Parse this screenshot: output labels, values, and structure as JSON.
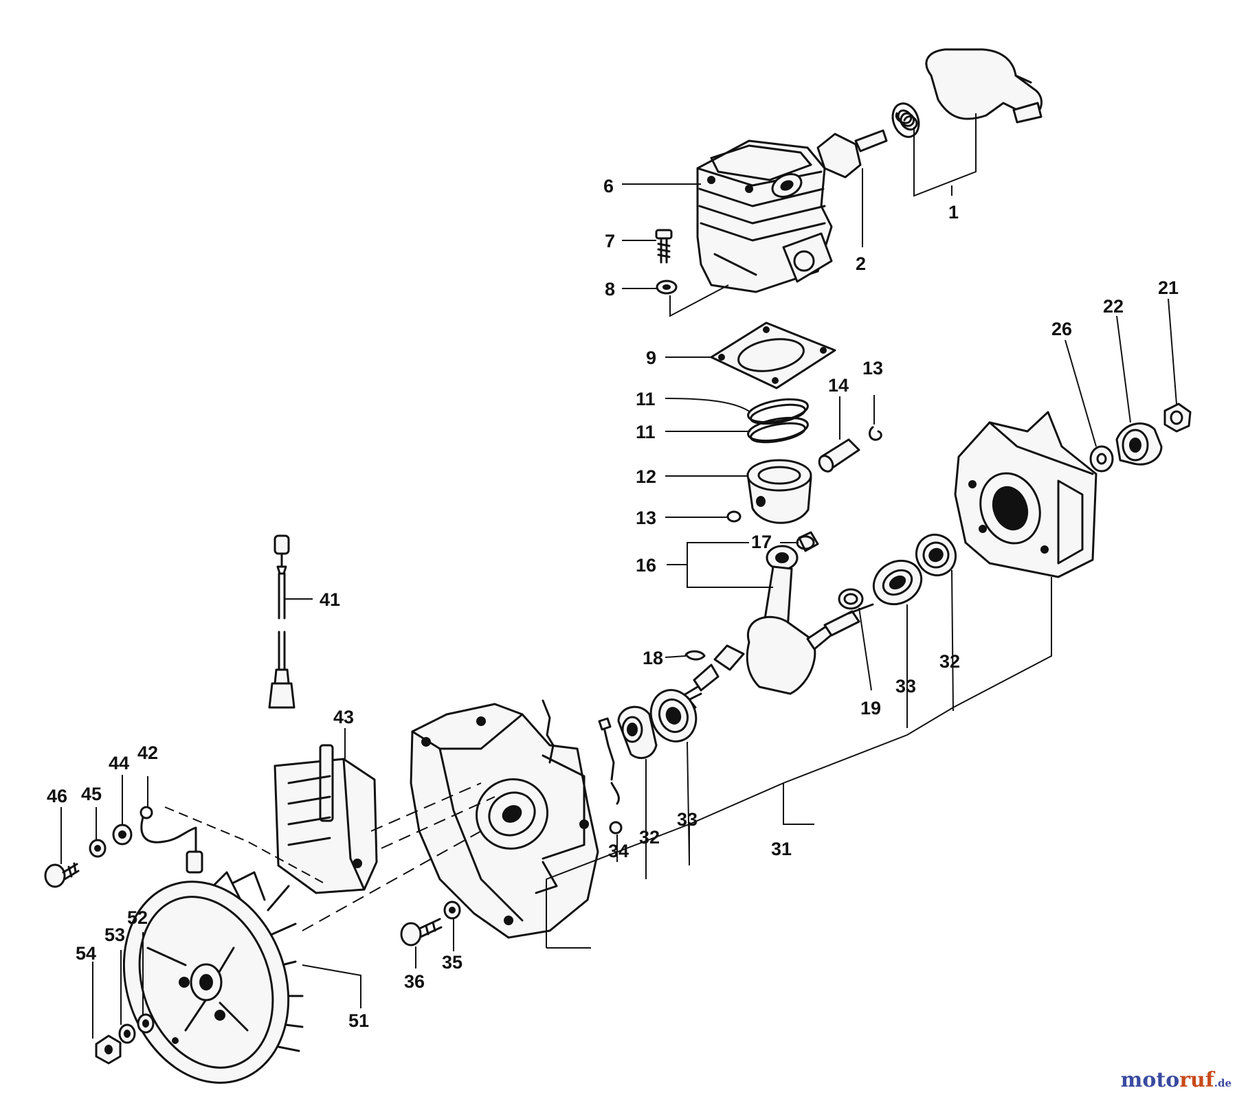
{
  "diagram": {
    "callouts": {
      "c1": "1",
      "c2": "2",
      "c6": "6",
      "c7": "7",
      "c8": "8",
      "c9": "9",
      "c11a": "11",
      "c11b": "11",
      "c12": "12",
      "c13a": "13",
      "c13b": "13",
      "c14": "14",
      "c16": "16",
      "c17": "17",
      "c18": "18",
      "c19": "19",
      "c21": "21",
      "c22": "22",
      "c26": "26",
      "c31": "31",
      "c32a": "32",
      "c32b": "32",
      "c33a": "33",
      "c33b": "33",
      "c34": "34",
      "c35": "35",
      "c36": "36",
      "c41": "41",
      "c42": "42",
      "c43": "43",
      "c44": "44",
      "c45": "45",
      "c46": "46",
      "c51": "51",
      "c52": "52",
      "c53": "53",
      "c54": "54"
    }
  },
  "watermark": {
    "part1": "moto",
    "part2": "ruf",
    "part3": ".de"
  }
}
